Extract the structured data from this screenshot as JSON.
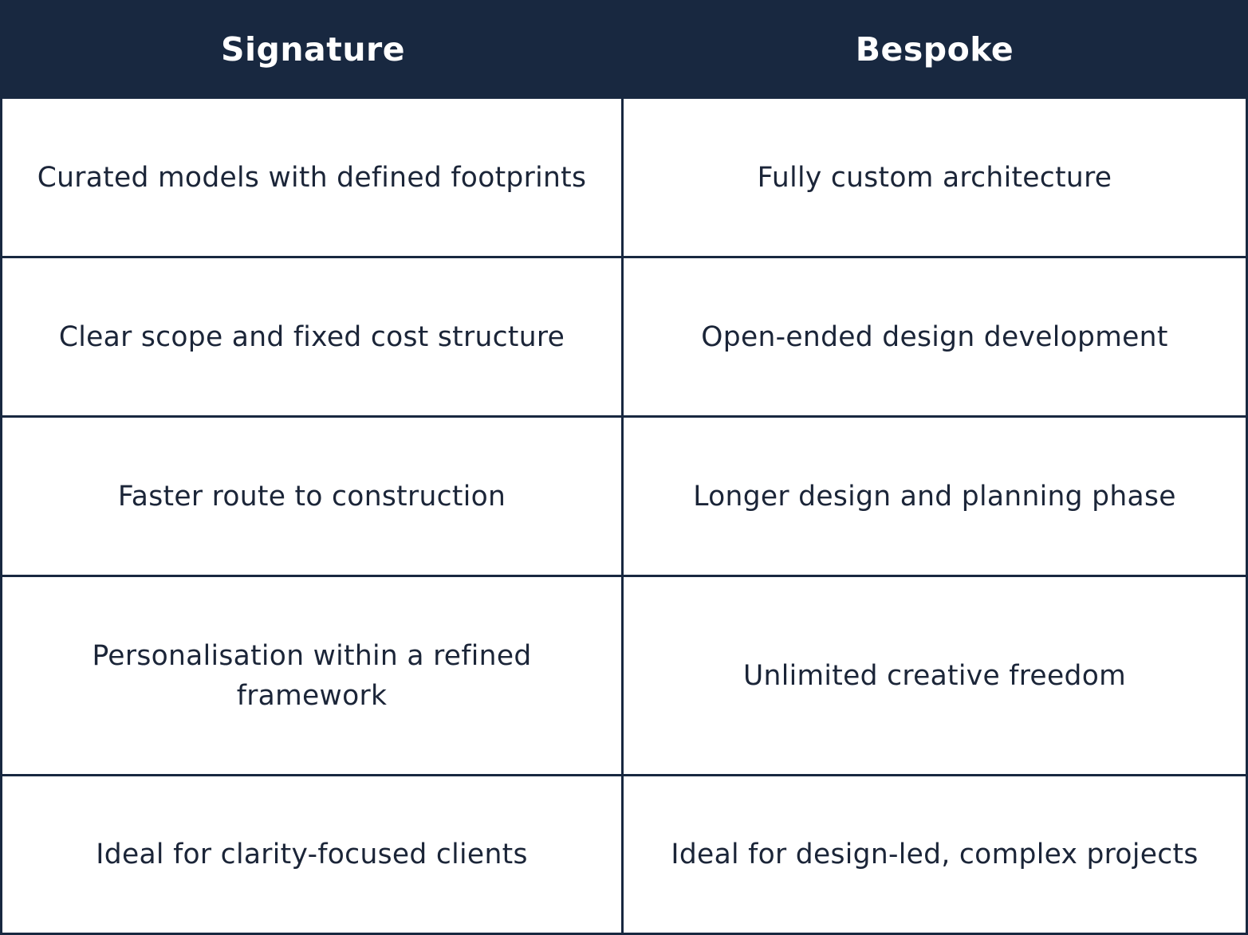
{
  "table": {
    "columns": [
      "Signature",
      "Bespoke"
    ],
    "rows": [
      [
        "Curated models with defined footprints",
        "Fully custom architecture"
      ],
      [
        "Clear scope and fixed cost structure",
        "Open-ended design development"
      ],
      [
        "Faster route to construction",
        "Longer design and planning phase"
      ],
      [
        "Personalisation within a refined framework",
        "Unlimited creative freedom"
      ],
      [
        "Ideal for clarity-focused clients",
        "Ideal for design-led, complex projects"
      ]
    ]
  },
  "colors": {
    "header_background": "#182840",
    "header_text": "#ffffff",
    "body_text": "#1b2538",
    "border": "#182840"
  }
}
